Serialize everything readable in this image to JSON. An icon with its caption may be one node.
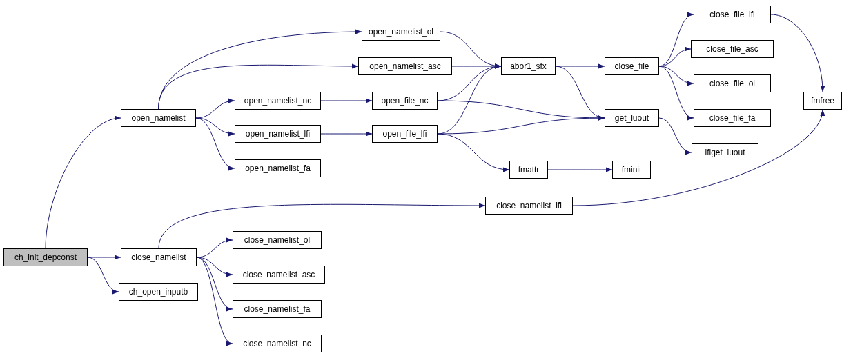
{
  "diagram": {
    "nodes": [
      {
        "text": [
          "ch_init_depconst"
        ]
      },
      {
        "text": [
          "open_namelist"
        ]
      },
      {
        "text": [
          "open_namelist_ol"
        ]
      },
      {
        "text": [
          "open_namelist_asc"
        ]
      },
      {
        "text": [
          "open_namelist_nc"
        ]
      },
      {
        "text": [
          "open_namelist_lfi"
        ]
      },
      {
        "text": [
          "open_namelist_fa"
        ]
      },
      {
        "text": [
          "abor1_sfx"
        ]
      },
      {
        "text": [
          "open_file_nc"
        ]
      },
      {
        "text": [
          "open_file_lfi"
        ]
      },
      {
        "text": [
          "close_file"
        ]
      },
      {
        "text": [
          "get_luout"
        ]
      },
      {
        "text": [
          "fmattr"
        ]
      },
      {
        "text": [
          "fminit"
        ]
      },
      {
        "text": [
          "close_file_lfi"
        ]
      },
      {
        "text": [
          "close_file_asc"
        ]
      },
      {
        "text": [
          "close_file_ol"
        ]
      },
      {
        "text": [
          "close_file_fa"
        ]
      },
      {
        "text": [
          "lfiget_luout"
        ]
      },
      {
        "text": [
          "fmfree"
        ]
      },
      {
        "text": [
          "close_namelist"
        ]
      },
      {
        "text": [
          "close_namelist_lfi"
        ]
      },
      {
        "text": [
          "close_namelist_ol"
        ]
      },
      {
        "text": [
          "close_namelist_asc"
        ]
      },
      {
        "text": [
          "close_namelist_fa"
        ]
      },
      {
        "text": [
          "close_namelist_nc"
        ]
      },
      {
        "text": [
          "ch_open_inputb"
        ]
      }
    ],
    "edges": [
      {
        "from": 0,
        "to": 1,
        "arrow": "to"
      },
      {
        "from": 0,
        "to": 20,
        "arrow": "to"
      },
      {
        "from": 0,
        "to": 26,
        "arrow": "to"
      },
      {
        "from": 1,
        "to": 2,
        "arrow": "to"
      },
      {
        "from": 1,
        "to": 3,
        "arrow": "to"
      },
      {
        "from": 1,
        "to": 4,
        "arrow": "to"
      },
      {
        "from": 1,
        "to": 5,
        "arrow": "to"
      },
      {
        "from": 1,
        "to": 6,
        "arrow": "to"
      },
      {
        "from": 2,
        "to": 7,
        "arrow": "to"
      },
      {
        "from": 3,
        "to": 7,
        "arrow": "to"
      },
      {
        "from": 4,
        "to": 8,
        "arrow": "to"
      },
      {
        "from": 5,
        "to": 9,
        "arrow": "to"
      },
      {
        "from": 8,
        "to": 7,
        "arrow": "to"
      },
      {
        "from": 8,
        "to": 11,
        "arrow": "to"
      },
      {
        "from": 9,
        "to": 7,
        "arrow": "to"
      },
      {
        "from": 9,
        "to": 11,
        "arrow": "to"
      },
      {
        "from": 9,
        "to": 12,
        "arrow": "to"
      },
      {
        "from": 7,
        "to": 10,
        "arrow": "to"
      },
      {
        "from": 7,
        "to": 11,
        "arrow": "to"
      },
      {
        "from": 10,
        "to": 14,
        "arrow": "to"
      },
      {
        "from": 10,
        "to": 15,
        "arrow": "to"
      },
      {
        "from": 10,
        "to": 16,
        "arrow": "to"
      },
      {
        "from": 10,
        "to": 17,
        "arrow": "to"
      },
      {
        "from": 11,
        "to": 18,
        "arrow": "to"
      },
      {
        "from": 12,
        "to": 13,
        "arrow": "to"
      },
      {
        "from": 14,
        "to": 19,
        "arrow": "to"
      },
      {
        "from": 20,
        "to": 21,
        "arrow": "to"
      },
      {
        "from": 20,
        "to": 22,
        "arrow": "to"
      },
      {
        "from": 20,
        "to": 23,
        "arrow": "to"
      },
      {
        "from": 20,
        "to": 24,
        "arrow": "to"
      },
      {
        "from": 20,
        "to": 25,
        "arrow": "to"
      },
      {
        "from": 21,
        "to": 19,
        "arrow": "to"
      }
    ]
  }
}
